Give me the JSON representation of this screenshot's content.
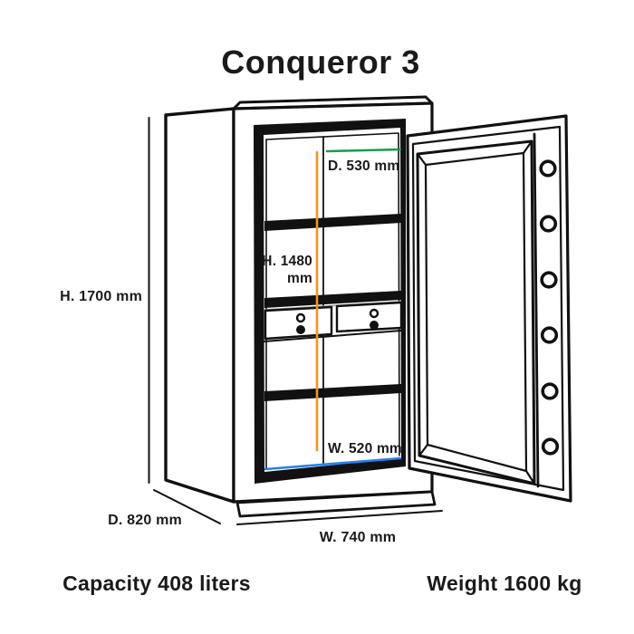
{
  "title": "Conqueror 3",
  "specs": {
    "capacity": "Capacity 408 liters",
    "weight": "Weight 1600 kg"
  },
  "dimensions": {
    "external_height": "H. 1700 mm",
    "external_depth": "D. 820 mm",
    "external_width": "W. 740 mm",
    "internal_depth": "D. 530 mm",
    "internal_height": {
      "label": "H. 1480 mm",
      "lines": [
        "H. 1480",
        "mm"
      ]
    },
    "internal_width": "W. 520 mm"
  },
  "colors": {
    "line": "#111111",
    "text": "#1a1a1a",
    "internal_depth_accent": "#179e4f",
    "internal_height_accent": "#f6921e",
    "internal_width_accent": "#2380f2"
  }
}
